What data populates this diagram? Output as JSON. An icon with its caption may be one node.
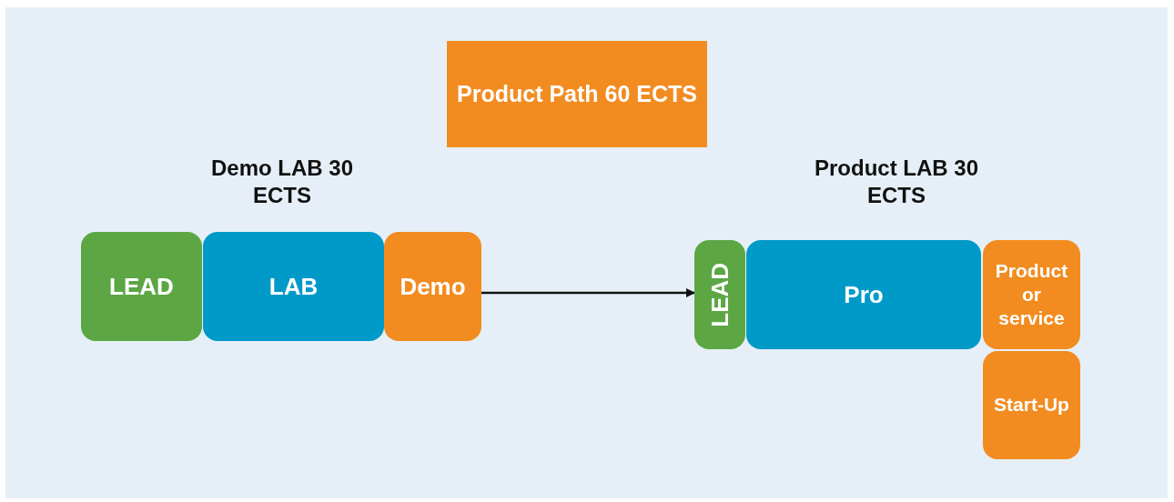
{
  "diagram": {
    "nodes": [
      {
        "text": [
          "Product Path 60 ECTS"
        ]
      },
      {
        "text": [
          "LEAD"
        ]
      },
      {
        "text": [
          "LAB"
        ]
      },
      {
        "text": [
          "Demo"
        ]
      },
      {
        "text": [
          "LEAD"
        ]
      },
      {
        "text": [
          "Pro"
        ]
      },
      {
        "text": [
          "Product or service"
        ]
      },
      {
        "text": [
          "Start-Up"
        ]
      }
    ],
    "edges": [
      {
        "from": 3,
        "to": 4,
        "arrow": "to"
      }
    ],
    "labels": [
      "Demo LAB 30 ECTS",
      "Product LAB 30 ECTS"
    ]
  }
}
